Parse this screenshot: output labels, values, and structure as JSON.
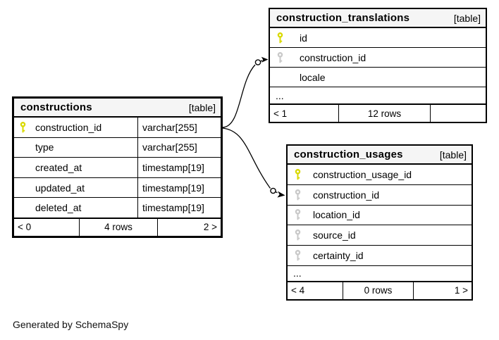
{
  "diagram": {
    "generated_by": "Generated by SchemaSpy"
  },
  "colors": {
    "primary_key": "#d9d900",
    "foreign_key": "#c9c9c9",
    "header_bg": "#f5f5f5",
    "line": "#000000"
  },
  "tables": [
    {
      "name": "constructions",
      "tag": "[table]",
      "columns": [
        {
          "name": "construction_id",
          "type": "varchar[255]",
          "key": "pk"
        },
        {
          "name": "type",
          "type": "varchar[255]",
          "key": ""
        },
        {
          "name": "created_at",
          "type": "timestamp[19]",
          "key": ""
        },
        {
          "name": "updated_at",
          "type": "timestamp[19]",
          "key": ""
        },
        {
          "name": "deleted_at",
          "type": "timestamp[19]",
          "key": ""
        }
      ],
      "footer": {
        "left": "< 0",
        "center": "4 rows",
        "right": "2 >"
      }
    },
    {
      "name": "construction_translations",
      "tag": "[table]",
      "columns": [
        {
          "name": "id",
          "key": "pk"
        },
        {
          "name": "construction_id",
          "key": "fk"
        },
        {
          "name": "locale",
          "key": ""
        }
      ],
      "ellipsis": "...",
      "footer": {
        "left": "< 1",
        "center": "12 rows",
        "right": ""
      }
    },
    {
      "name": "construction_usages",
      "tag": "[table]",
      "columns": [
        {
          "name": "construction_usage_id",
          "key": "pk"
        },
        {
          "name": "construction_id",
          "key": "fk"
        },
        {
          "name": "location_id",
          "key": "fk"
        },
        {
          "name": "source_id",
          "key": "fk"
        },
        {
          "name": "certainty_id",
          "key": "fk"
        }
      ],
      "ellipsis": "...",
      "footer": {
        "left": "< 4",
        "center": "0 rows",
        "right": "1 >"
      }
    }
  ]
}
